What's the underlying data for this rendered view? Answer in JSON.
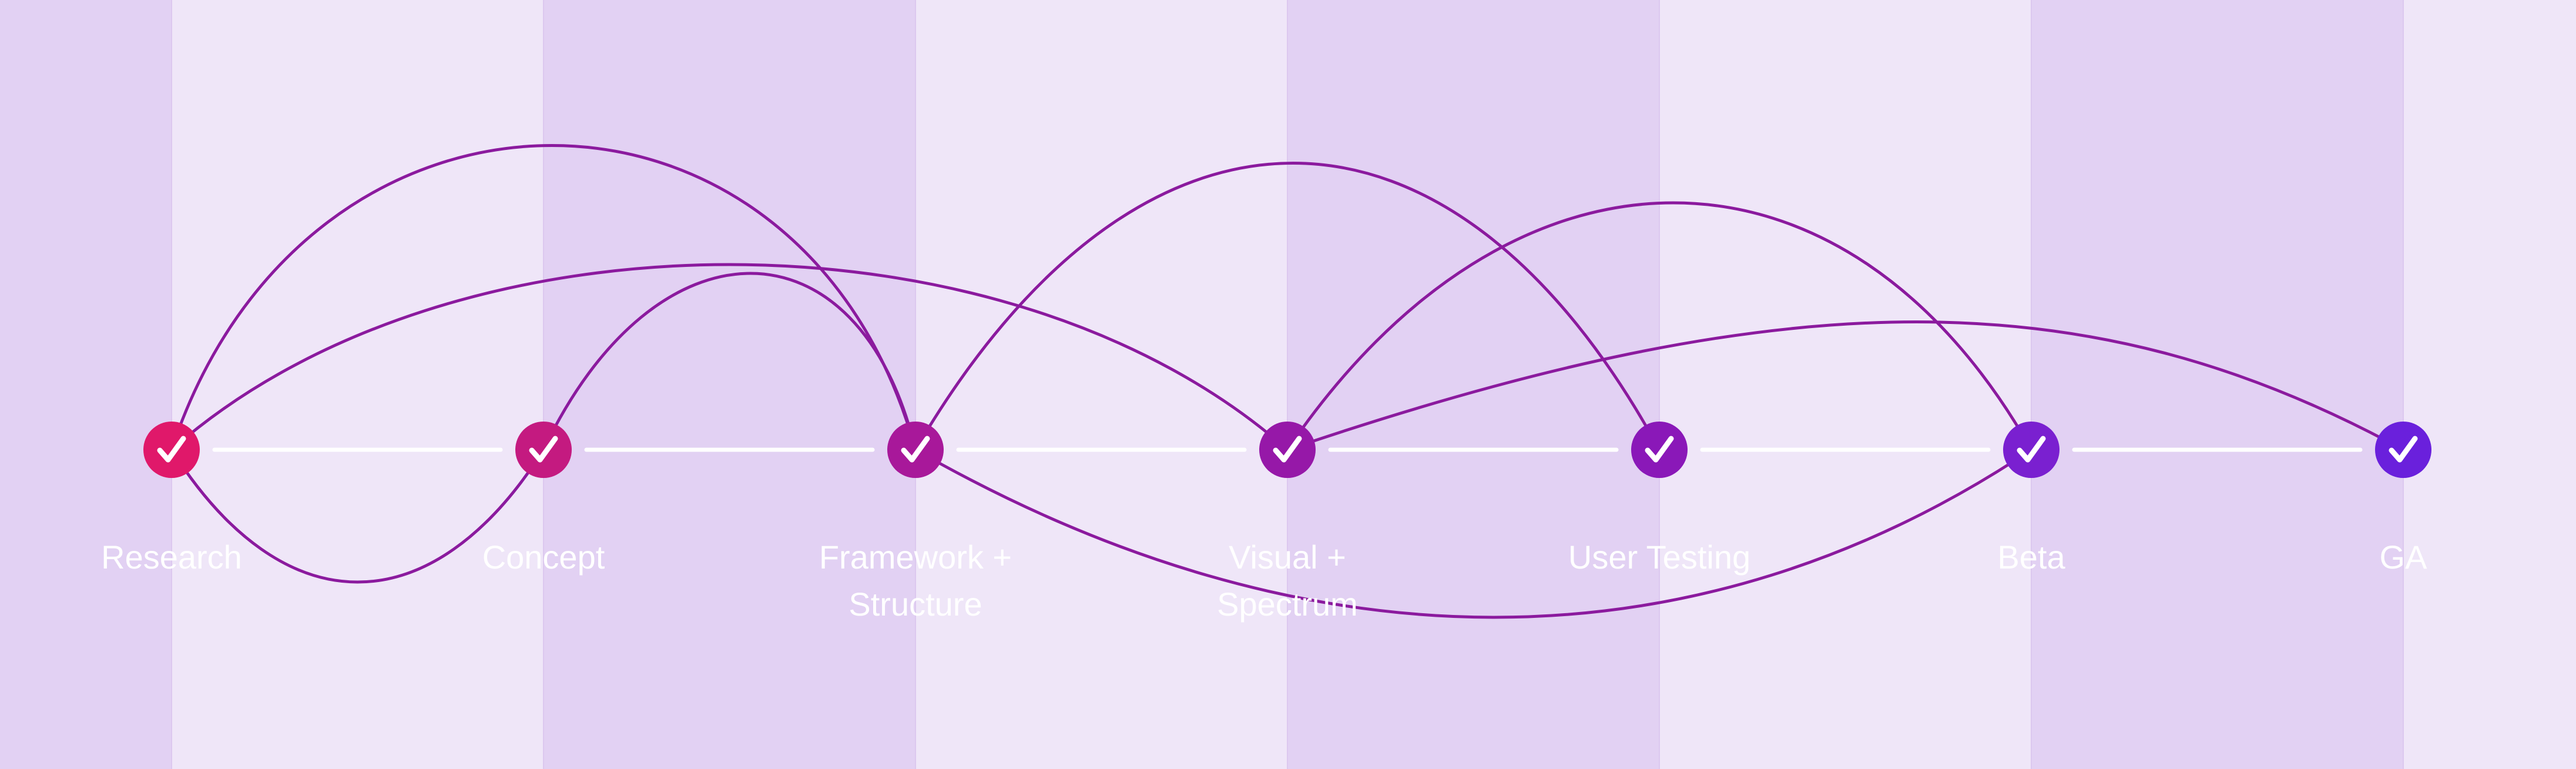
{
  "diagram": {
    "stages": [
      {
        "id": "research",
        "lines": [
          "Research"
        ],
        "color": "#e0186a"
      },
      {
        "id": "concept",
        "lines": [
          "Concept"
        ],
        "color": "#c41a80"
      },
      {
        "id": "framework",
        "lines": [
          "Framework +",
          "Structure"
        ],
        "color": "#a8189a"
      },
      {
        "id": "visual",
        "lines": [
          "Visual +",
          "Spectrum"
        ],
        "color": "#9618a8"
      },
      {
        "id": "user-testing",
        "lines": [
          "User Testing"
        ],
        "color": "#8a18b8"
      },
      {
        "id": "beta",
        "lines": [
          "Beta"
        ],
        "color": "#7a20d0"
      },
      {
        "id": "ga",
        "lines": [
          "GA"
        ],
        "color": "#6a20dc"
      }
    ],
    "connections": [
      [
        "research",
        "framework"
      ],
      [
        "research",
        "visual"
      ],
      [
        "research",
        "concept"
      ],
      [
        "concept",
        "framework"
      ],
      [
        "framework",
        "user-testing"
      ],
      [
        "framework",
        "beta"
      ],
      [
        "visual",
        "beta"
      ],
      [
        "visual",
        "ga"
      ]
    ],
    "colors": {
      "background_light": "#efe6f8",
      "background_dark": "#e2d1f3",
      "connector": "#8b1a9e",
      "track": "#ffffff",
      "check": "#ffffff"
    },
    "icons": {
      "node": "check-icon"
    }
  }
}
